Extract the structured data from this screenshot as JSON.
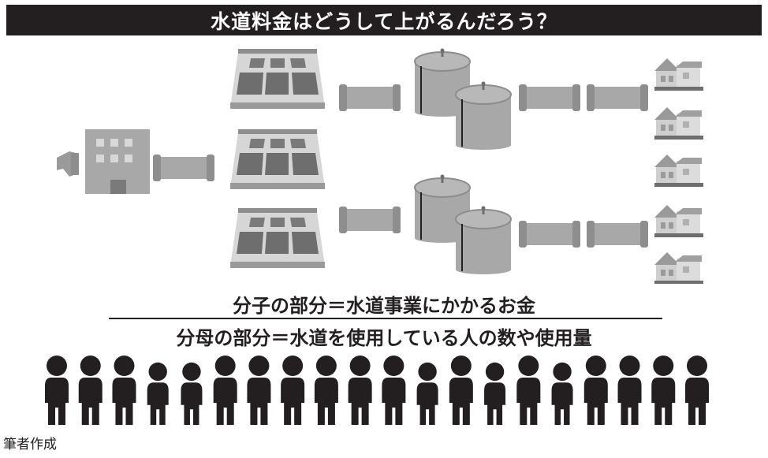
{
  "title": "水道料金はどうして上がるんだろう？",
  "numerator_text": "分子の部分＝水道事業にかかるお金",
  "denominator_text": "分母の部分＝水道を使用している人の数や使用量",
  "credit": "筆者作成",
  "colors": {
    "title_bg": "#231f20",
    "icon_gray": "#a3a3a3",
    "icon_dark": "#6e6e6e",
    "person": "#231f20"
  },
  "icons": {
    "intake": "water-intake-icon",
    "plant": "treatment-plant-building-icon",
    "pipe": "water-pipe-icon",
    "basin": "filtration-basin-icon",
    "tank": "reservoir-tank-icon",
    "house": "house-icon",
    "person": "person-icon"
  },
  "people_count": 20
}
